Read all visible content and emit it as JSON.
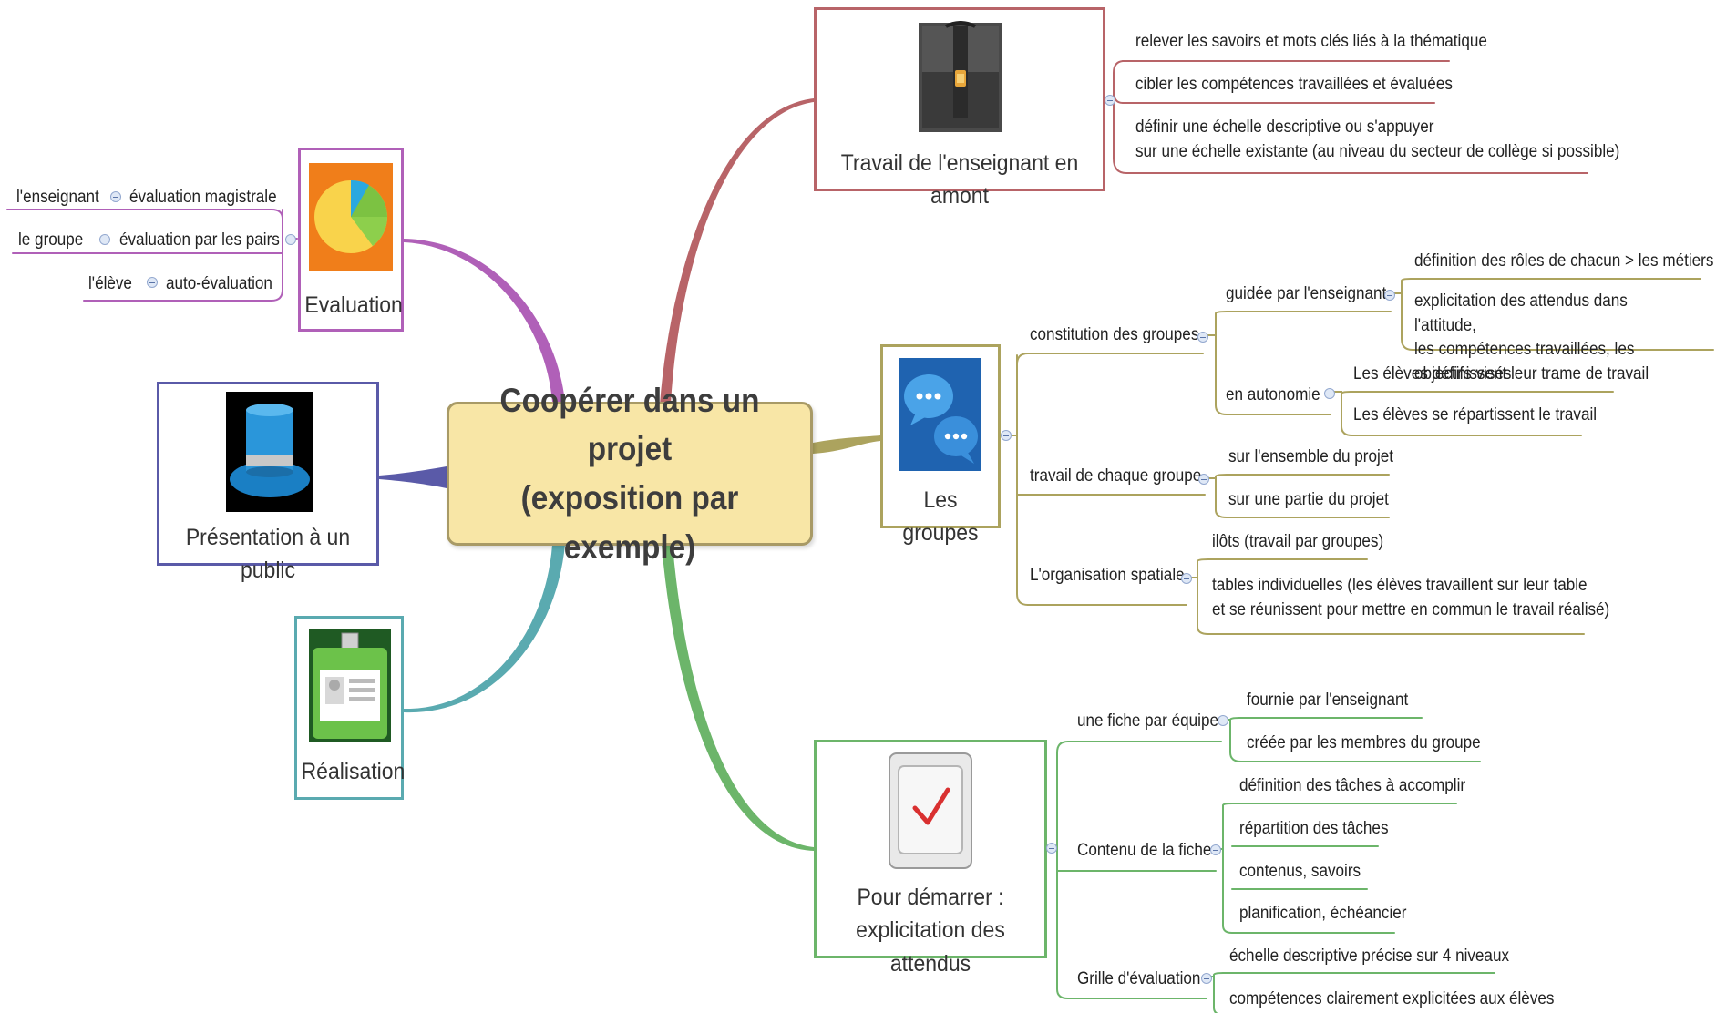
{
  "central": {
    "title": "Coopérer dans un projet\n(exposition par exemple)"
  },
  "colors": {
    "central_fill": "#f8e6a6",
    "red_branch": "#b86468",
    "olive_branch": "#aca35e",
    "green_branch": "#6cb56a",
    "purple_branch": "#b060b8",
    "blue_branch": "#5a5aa8",
    "teal_branch": "#5aaab0"
  },
  "topics": {
    "travail": {
      "label": "Travail de l'enseignant en amont",
      "icon": "briefcase-icon",
      "items": [
        "relever les savoirs et mots clés liés à la thématique",
        "cibler les compétences travaillées et évaluées",
        "définir une échelle descriptive ou s'appuyer\nsur une échelle existante (au niveau du secteur de collège si possible)"
      ]
    },
    "groupes": {
      "label": "Les groupes",
      "icon": "chat-bubbles-icon",
      "constitution": {
        "label": "constitution des groupes",
        "guidee": {
          "label": "guidée par l'enseignant",
          "items": [
            "définition des rôles de chacun > les métiers",
            "explicitation des attendus dans l'attitude,\nles compétences travaillées, les objectifs visés"
          ]
        },
        "autonomie": {
          "label": "en autonomie",
          "items": [
            "Les élèves définissent leur trame de travail",
            "Les élèves se répartissent le travail"
          ]
        }
      },
      "travail_groupe": {
        "label": "travail de chaque groupe",
        "items": [
          "sur l'ensemble du projet",
          "sur une partie du projet"
        ]
      },
      "organisation": {
        "label": "L'organisation spatiale",
        "items": [
          "ilôts (travail par groupes)",
          "tables individuelles (les élèves travaillent sur leur table\net se réunissent pour mettre en commun le travail réalisé)"
        ]
      }
    },
    "demarrer": {
      "label": "Pour démarrer :\nexplicitation des attendus",
      "icon": "checkbox-check-icon",
      "fiche": {
        "label": "une fiche par équipe",
        "items": [
          "fournie par l'enseignant",
          "créée par les membres du groupe"
        ]
      },
      "contenu": {
        "label": "Contenu de la fiche",
        "items": [
          "définition des tâches à accomplir",
          "répartition des tâches",
          "contenus, savoirs",
          "planification, échéancier"
        ]
      },
      "grille": {
        "label": "Grille d'évaluation",
        "items": [
          "échelle descriptive précise sur 4 niveaux",
          "compétences clairement explicitées aux élèves"
        ]
      }
    },
    "evaluation": {
      "label": "Evaluation",
      "icon": "pie-chart-icon",
      "items": [
        {
          "label": "évaluation magistrale",
          "sub": "l'enseignant"
        },
        {
          "label": "évaluation par les pairs",
          "sub": "le groupe"
        },
        {
          "label": "auto-évaluation",
          "sub": "l'élève"
        }
      ]
    },
    "presentation": {
      "label": "Présentation à un public",
      "icon": "top-hat-icon"
    },
    "realisation": {
      "label": "Réalisation",
      "icon": "id-badge-icon"
    }
  }
}
